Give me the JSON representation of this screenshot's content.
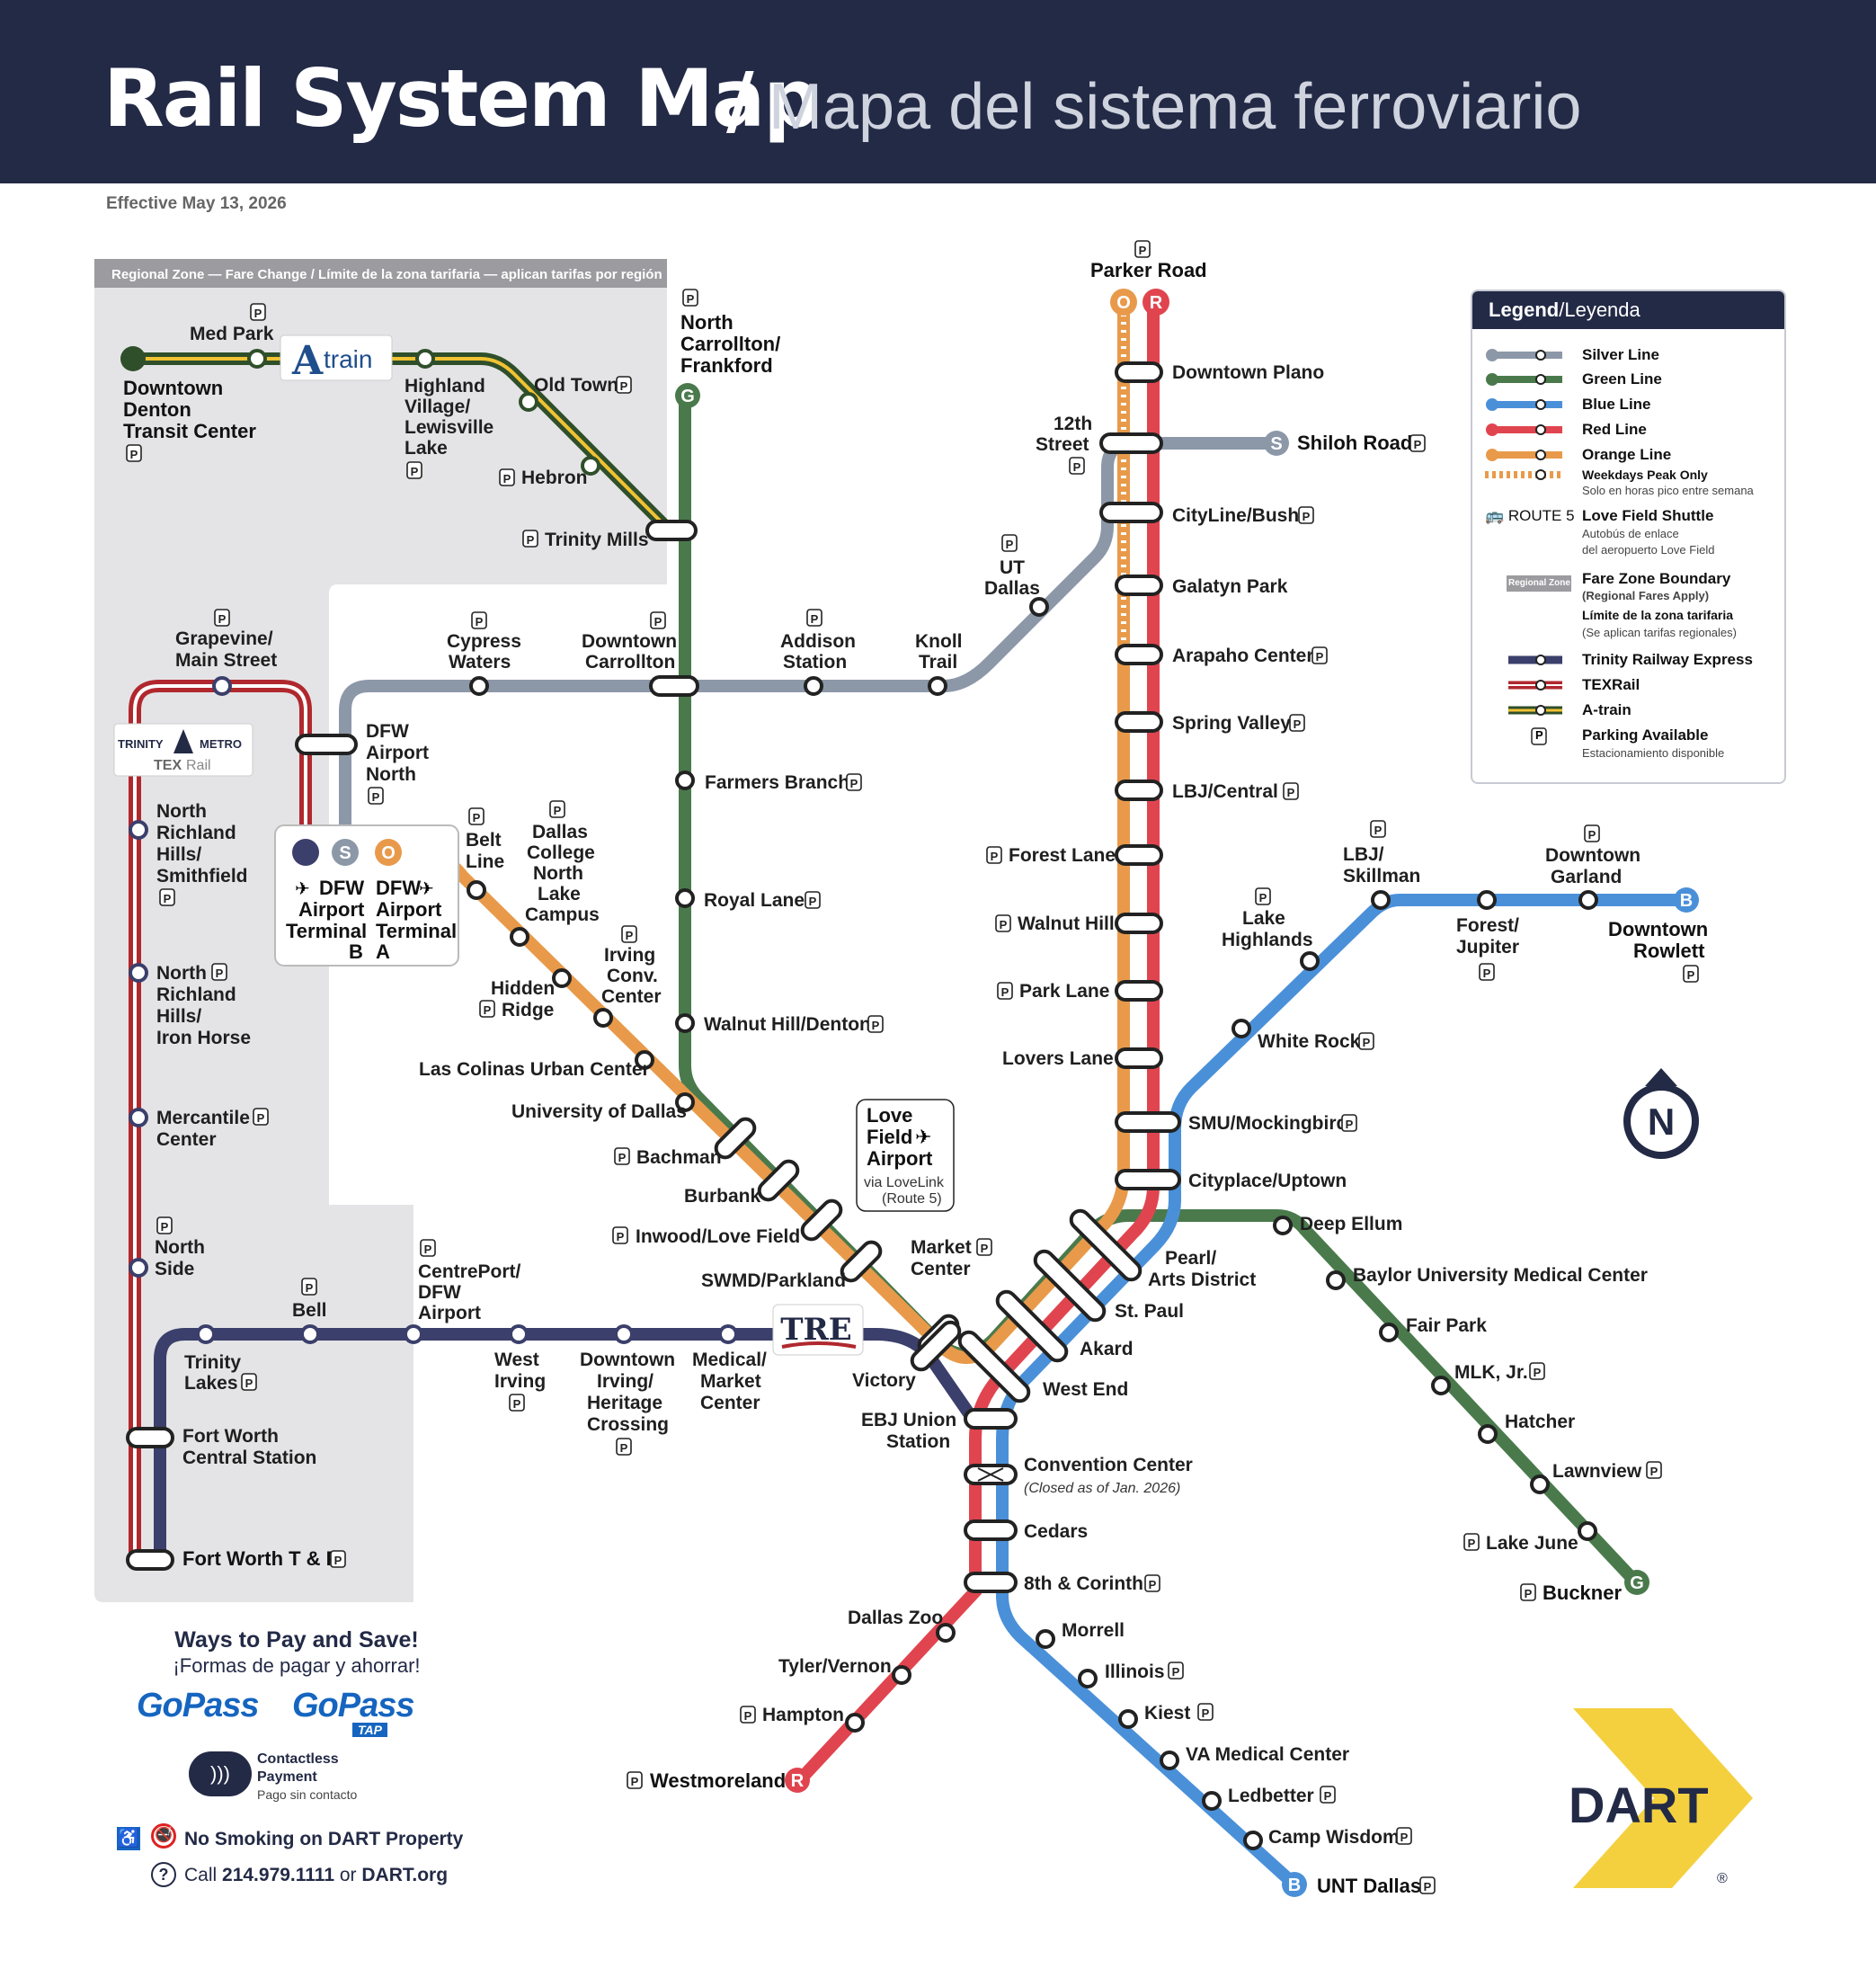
{
  "header": {
    "title": "Rail System Map",
    "slash": "/",
    "title_es": "Mapa del sistema ferroviario"
  },
  "effective": "Effective May 13, 2026",
  "regional_zone_label": "Regional Zone — Fare Change / Límite de la zona tarifaria — aplican tarifas por región",
  "colors": {
    "silver": "#8c98a8",
    "green": "#4a7a4c",
    "blue": "#4a90d9",
    "red": "#e0454f",
    "orange": "#e89a4a",
    "navy": "#3b3f6b",
    "texrail": "#b0282e",
    "atrain_green": "#2f4f2a",
    "atrain_yellow": "#f1c232",
    "zone": "#e4e4e6",
    "header": "#232a46"
  },
  "badges": {
    "orange": "O",
    "red": "R",
    "silver": "S",
    "green": "G",
    "blue": "B",
    "parking": "P"
  },
  "logos": {
    "atrain": "A",
    "atrain_rest": "train",
    "trinity_left": "TRINITY",
    "trinity_right": "METRO",
    "texrail_tex": "TEX",
    "texrail_rail": "Rail",
    "tre": "TRE",
    "dart": "DART",
    "reg": "®"
  },
  "stations": {
    "med_park": "Med Park",
    "downtown_denton": [
      "Downtown",
      "Denton",
      "Transit Center"
    ],
    "highland_village": [
      "Highland",
      "Village/",
      "Lewisville",
      "Lake"
    ],
    "old_town": "Old Town",
    "hebron": "Hebron",
    "trinity_mills": "Trinity Mills",
    "north_carrollton": [
      "North",
      "Carrollton/",
      "Frankford"
    ],
    "parker_road": "Parker Road",
    "downtown_plano": "Downtown Plano",
    "twelfth_street": [
      "12th",
      "Street"
    ],
    "shiloh_road": "Shiloh Road",
    "cityline_bush": "CityLine/Bush",
    "ut_dallas": [
      "UT",
      "Dallas"
    ],
    "galatyn_park": "Galatyn Park",
    "arapaho_center": "Arapaho Center",
    "spring_valley": "Spring Valley",
    "lbj_central": "LBJ/Central",
    "forest_lane": "Forest Lane",
    "walnut_hill": "Walnut Hill",
    "park_lane": "Park Lane",
    "lovers_lane": "Lovers Lane",
    "smu_mockingbird": "SMU/Mockingbird",
    "cityplace_uptown": "Cityplace/Uptown",
    "grapevine": [
      "Grapevine/",
      "Main Street"
    ],
    "cypress_waters": [
      "Cypress",
      "Waters"
    ],
    "downtown_carrollton": [
      "Downtown",
      "Carrollton"
    ],
    "addison": [
      "Addison",
      "Station"
    ],
    "knoll_trail": [
      "Knoll",
      "Trail"
    ],
    "dfw_airport_north": [
      "DFW",
      "Airport",
      "North"
    ],
    "farmers_branch": "Farmers Branch",
    "royal_lane": "Royal Lane",
    "walnut_hill_denton": "Walnut Hill/Denton",
    "nrh_smithfield": [
      "North",
      "Richland",
      "Hills/",
      "Smithfield"
    ],
    "nrh_iron_horse": [
      "North",
      "Richland",
      "Hills/",
      "Iron Horse"
    ],
    "mercantile": [
      "Mercantile",
      "Center"
    ],
    "north_side": [
      "North",
      "Side"
    ],
    "dfw_b": [
      "DFW",
      "Airport",
      "Terminal",
      "B"
    ],
    "dfw_a": [
      "DFW",
      "Airport",
      "Terminal",
      "A"
    ],
    "belt_line": [
      "Belt",
      "Line"
    ],
    "dallas_college": [
      "Dallas",
      "College",
      "North",
      "Lake",
      "Campus"
    ],
    "irving_conv": [
      "Irving",
      "Conv.",
      "Center"
    ],
    "hidden_ridge": [
      "Hidden",
      "Ridge"
    ],
    "las_colinas": "Las Colinas Urban Center",
    "university_dallas": "University of Dallas",
    "bachman": "Bachman",
    "burbank": "Burbank",
    "inwood": "Inwood/Love Field",
    "swmd": "SWMD/Parkland",
    "market_center": [
      "Market",
      "Center"
    ],
    "victory": "Victory",
    "love_field": [
      "Love",
      "Field",
      "Airport"
    ],
    "love_field_via": "via LoveLink",
    "love_field_route": "(Route 5)",
    "lbj_skillman": [
      "LBJ/",
      "Skillman"
    ],
    "downtown_garland": [
      "Downtown",
      "Garland"
    ],
    "downtown_rowlett": [
      "Downtown",
      "Rowlett"
    ],
    "lake_highlands": [
      "Lake",
      "Highlands"
    ],
    "forest_jupiter": [
      "Forest/",
      "Jupiter"
    ],
    "white_rock": "White Rock",
    "deep_ellum": "Deep Ellum",
    "baylor": "Baylor University Medical Center",
    "fair_park": "Fair Park",
    "mlk": "MLK, Jr.",
    "hatcher": "Hatcher",
    "lawnview": "Lawnview",
    "lake_june": "Lake June",
    "buckner": "Buckner",
    "pearl": [
      "Pearl/",
      "Arts District"
    ],
    "st_paul": "St. Paul",
    "akard": "Akard",
    "west_end": "West End",
    "ebj": [
      "EBJ Union",
      "Station"
    ],
    "convention_center": "Convention Center",
    "convention_note": "(Closed as of Jan. 2026)",
    "cedars": "Cedars",
    "eighth_corinth": "8th & Corinth",
    "dallas_zoo": "Dallas Zoo",
    "tyler_vernon": "Tyler/Vernon",
    "hampton": "Hampton",
    "westmoreland": "Westmoreland",
    "morrell": "Morrell",
    "illinois": "Illinois",
    "kiest": "Kiest",
    "va_medical": "VA Medical Center",
    "ledbetter": "Ledbetter",
    "camp_wisdom": "Camp Wisdom",
    "unt_dallas": "UNT Dallas",
    "bell": "Bell",
    "centreport": [
      "CentrePort/",
      "DFW",
      "Airport"
    ],
    "trinity_lakes": [
      "Trinity",
      "Lakes"
    ],
    "west_irving": [
      "West",
      "Irving"
    ],
    "downtown_irving": [
      "Downtown",
      "Irving/",
      "Heritage",
      "Crossing"
    ],
    "medical_market": [
      "Medical/",
      "Market",
      "Center"
    ],
    "fort_worth_central": [
      "Fort Worth",
      "Central Station"
    ],
    "fort_worth_tp": "Fort Worth T & P"
  },
  "legend": {
    "title": "Legend",
    "title_es": "/Leyenda",
    "silver": "Silver Line",
    "green": "Green Line",
    "blue": "Blue Line",
    "red": "Red Line",
    "orange": "Orange Line",
    "peak": "Weekdays Peak Only",
    "peak_es": "Solo en horas pico entre semana",
    "route": "ROUTE 5",
    "shuttle": "Love Field Shuttle",
    "shuttle_es1": "Autobús de enlace",
    "shuttle_es2": "del aeropuerto Love Field",
    "zone_chip": "Regional Zone",
    "boundary": "Fare Zone Boundary",
    "boundary_sub": "(Regional Fares Apply)",
    "boundary_es": "Límite de la zona tarifaria",
    "boundary_es_sub": "(Se aplican tarifas regionales)",
    "tre": "Trinity Railway Express",
    "texrail": "TEXRail",
    "atrain": "A-train",
    "parking": "Parking Available",
    "parking_es": "Estacionamiento disponible"
  },
  "compass": "N",
  "pay": {
    "title": "Ways to Pay and Save!",
    "title_es": "¡Formas de pagar y ahorrar!",
    "gopass": "GoPass",
    "gopass2": "GoPass",
    "tap": "TAP",
    "contactless": [
      "Contactless",
      "Payment"
    ],
    "contactless_es": "Pago sin contacto"
  },
  "footer": {
    "nosmoking": "No Smoking on DART Property",
    "call_pre": "Call ",
    "phone": "214.979.1111",
    "or": " or ",
    "site": "DART.org"
  }
}
